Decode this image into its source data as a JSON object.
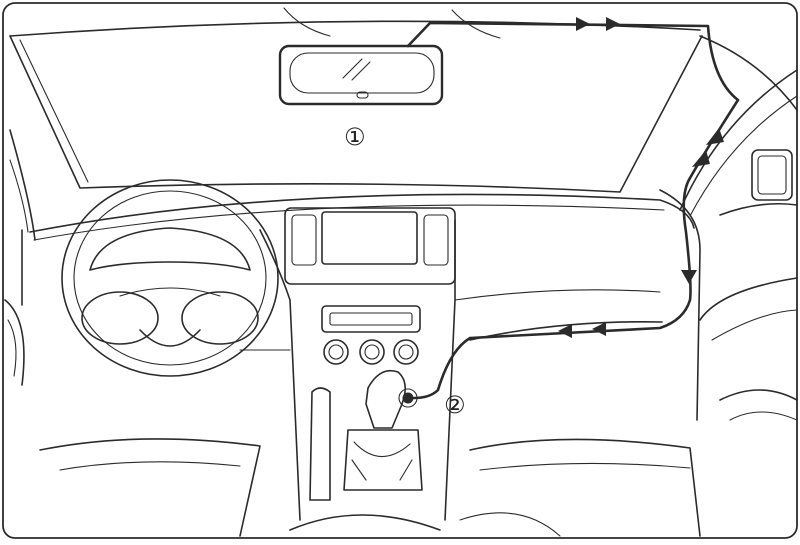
{
  "diagram": {
    "markers": [
      {
        "id": "mirror-position",
        "label": "①"
      },
      {
        "id": "power-port-position",
        "label": "②"
      }
    ],
    "colors": {
      "line": "#2b2b2b",
      "background": "#ffffff"
    },
    "parts": [
      "windshield",
      "rearview-mirror",
      "steering-wheel",
      "dashboard",
      "center-display",
      "radio-slot",
      "climate-knobs",
      "gear-shifter",
      "handbrake",
      "passenger-door",
      "a-pillar",
      "seats",
      "power-cable",
      "power-socket"
    ]
  }
}
